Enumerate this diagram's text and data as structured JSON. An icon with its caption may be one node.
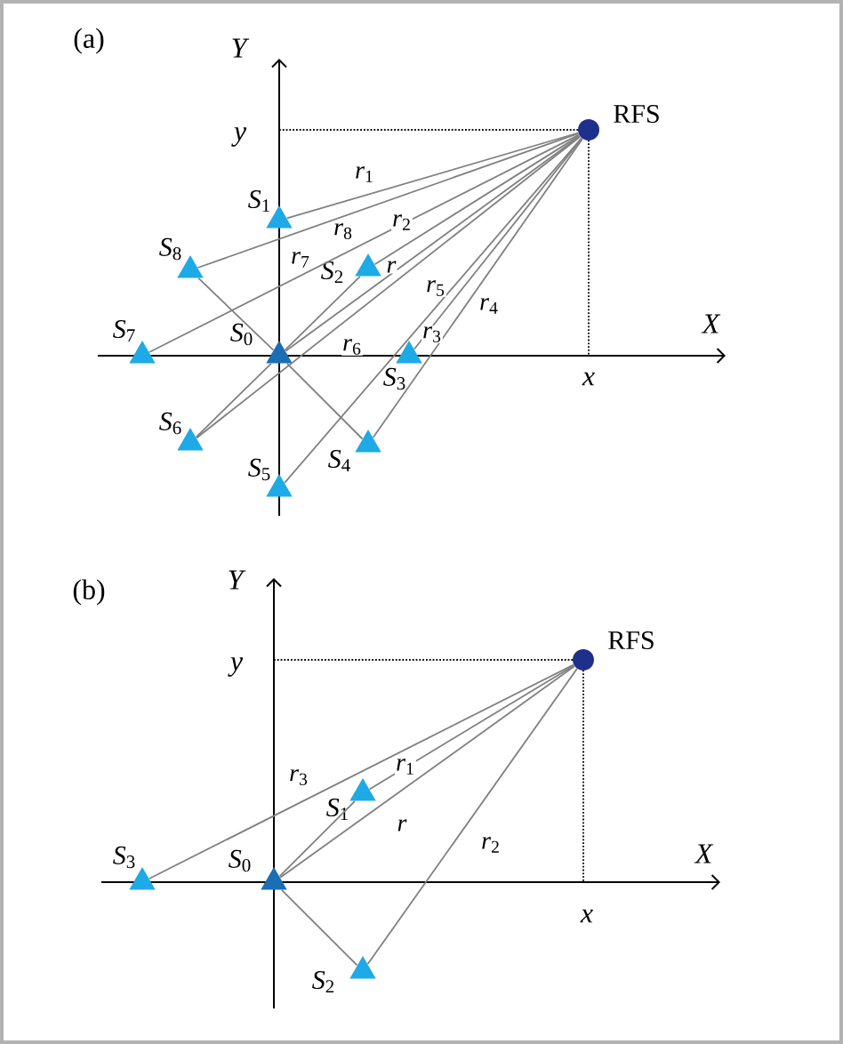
{
  "diagram": {
    "nodes": [
      {
        "text": [],
        "shape": "circle",
        "beside": [
          "RFS"
        ]
      },
      {
        "text": [],
        "shape": "triangle",
        "beside": [
          "*S*$_{0}$"
        ]
      },
      {
        "text": [],
        "shape": "triangle",
        "beside": [
          "*S*$_{1}$"
        ]
      },
      {
        "text": [],
        "shape": "triangle",
        "beside": [
          "*S*$_{2}$"
        ]
      },
      {
        "text": [],
        "shape": "triangle",
        "beside": [
          "*S*$_{3}$"
        ]
      },
      {
        "text": [],
        "shape": "triangle",
        "beside": [
          "*S*$_{4}$"
        ]
      },
      {
        "text": [],
        "shape": "triangle",
        "beside": [
          "*S*$_{5}$"
        ]
      },
      {
        "text": [],
        "shape": "triangle",
        "beside": [
          "*S*$_{6}$"
        ]
      },
      {
        "text": [],
        "shape": "triangle",
        "beside": [
          "*S*$_{7}$"
        ]
      },
      {
        "text": [],
        "shape": "triangle",
        "beside": [
          "*S*$_{8}$"
        ]
      },
      {
        "text": [],
        "shape": "circle",
        "beside": [
          "RFS"
        ]
      },
      {
        "text": [],
        "shape": "triangle",
        "beside": [
          "*S*$_{0}$"
        ]
      },
      {
        "text": [],
        "shape": "triangle",
        "beside": [
          "*S*$_{1}$"
        ]
      },
      {
        "text": [],
        "shape": "triangle",
        "beside": [
          "*S*$_{2}$"
        ]
      },
      {
        "text": [],
        "shape": "triangle",
        "beside": [
          "*S*$_{3}$"
        ]
      }
    ],
    "edges": [
      {
        "from": 0,
        "to": 1,
        "arrow": "none",
        "label": "*r*"
      },
      {
        "from": 0,
        "to": 2,
        "arrow": "none",
        "label": "*r*$_{1}$"
      },
      {
        "from": 0,
        "to": 3,
        "arrow": "none",
        "label": "*r*$_{2}$"
      },
      {
        "from": 0,
        "to": 4,
        "arrow": "none",
        "label": "*r*$_{3}$"
      },
      {
        "from": 0,
        "to": 5,
        "arrow": "none",
        "label": "*r*$_{4}$"
      },
      {
        "from": 0,
        "to": 6,
        "arrow": "none",
        "label": "*r*$_{5}$"
      },
      {
        "from": 0,
        "to": 7,
        "arrow": "none",
        "label": "*r*$_{6}$"
      },
      {
        "from": 0,
        "to": 8,
        "arrow": "none",
        "label": "*r*$_{7}$"
      },
      {
        "from": 0,
        "to": 9,
        "arrow": "none",
        "label": "*r*$_{8}$"
      },
      {
        "from": 1,
        "to": 9,
        "arrow": "none"
      },
      {
        "from": 1,
        "to": 5,
        "arrow": "none"
      },
      {
        "from": 1,
        "to": 7,
        "arrow": "none"
      },
      {
        "from": 1,
        "to": 3,
        "arrow": "none"
      },
      {
        "from": 10,
        "to": 11,
        "arrow": "none",
        "label": "*r*"
      },
      {
        "from": 10,
        "to": 12,
        "arrow": "none",
        "label": "*r*$_{1}$"
      },
      {
        "from": 10,
        "to": 13,
        "arrow": "none",
        "label": "*r*$_{2}$"
      },
      {
        "from": 10,
        "to": 14,
        "arrow": "none",
        "label": "*r*$_{3}$"
      },
      {
        "from": 11,
        "to": 12,
        "arrow": "none"
      },
      {
        "from": 11,
        "to": 13,
        "arrow": "none"
      }
    ],
    "labels": [
      "(a)",
      "*Y*",
      "*y*",
      "*X*",
      "*x*",
      "(b)",
      "*Y*",
      "*y*",
      "*X*",
      "*x*"
    ]
  }
}
